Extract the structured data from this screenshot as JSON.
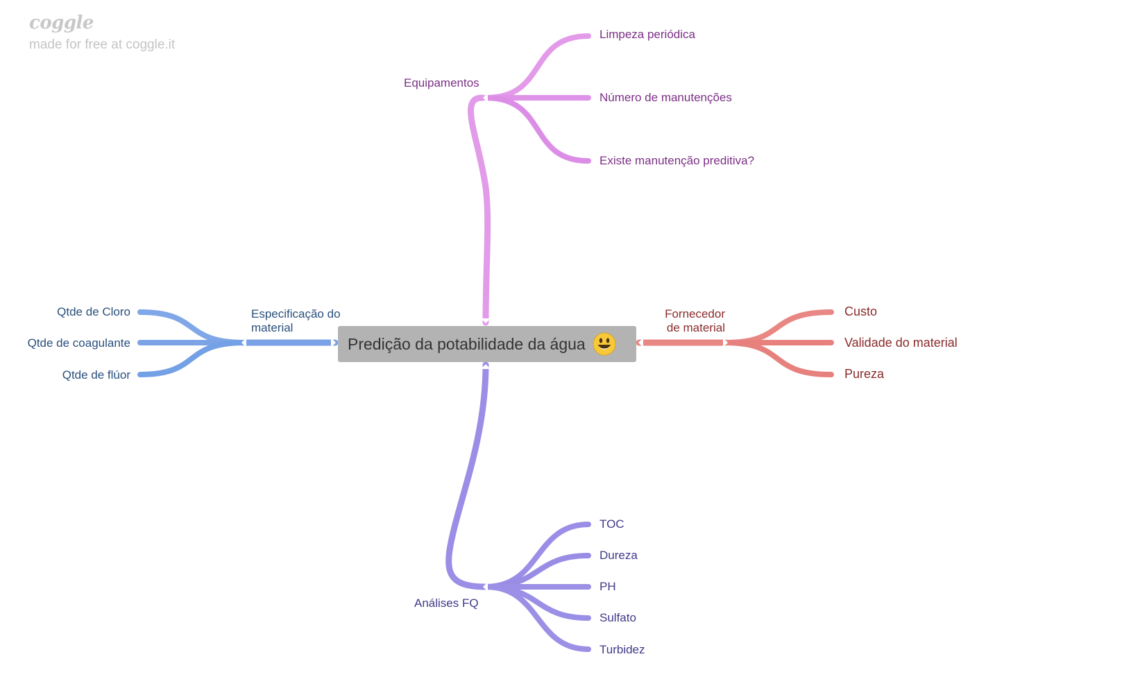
{
  "brand": {
    "logo": "coggle",
    "tagline": "made for free at coggle.it"
  },
  "root": {
    "label": "Predição da potabilidade da água",
    "emoji": "smiley-emoji"
  },
  "colors": {
    "equipamentos": "#e08fe8",
    "especificacao": "#7ba3e6",
    "fornecedor": "#e88783",
    "analises": "#9a8ee6"
  },
  "branches": {
    "equipamentos": {
      "label": "Equipamentos",
      "children": [
        "Limpeza periódica",
        "Número de manutenções",
        "Existe manutenção preditiva?"
      ]
    },
    "especificacao": {
      "label_line1": "Especificação do",
      "label_line2": "material",
      "children": [
        "Qtde de Cloro",
        "Qtde de coagulante",
        "Qtde de flúor"
      ]
    },
    "fornecedor": {
      "label_line1": "Fornecedor",
      "label_line2": "de material",
      "children": [
        "Custo",
        "Validade do material",
        "Pureza"
      ]
    },
    "analises": {
      "label": "Análises FQ",
      "children": [
        "TOC",
        "Dureza",
        "PH",
        "Sulfato",
        "Turbidez"
      ]
    }
  }
}
